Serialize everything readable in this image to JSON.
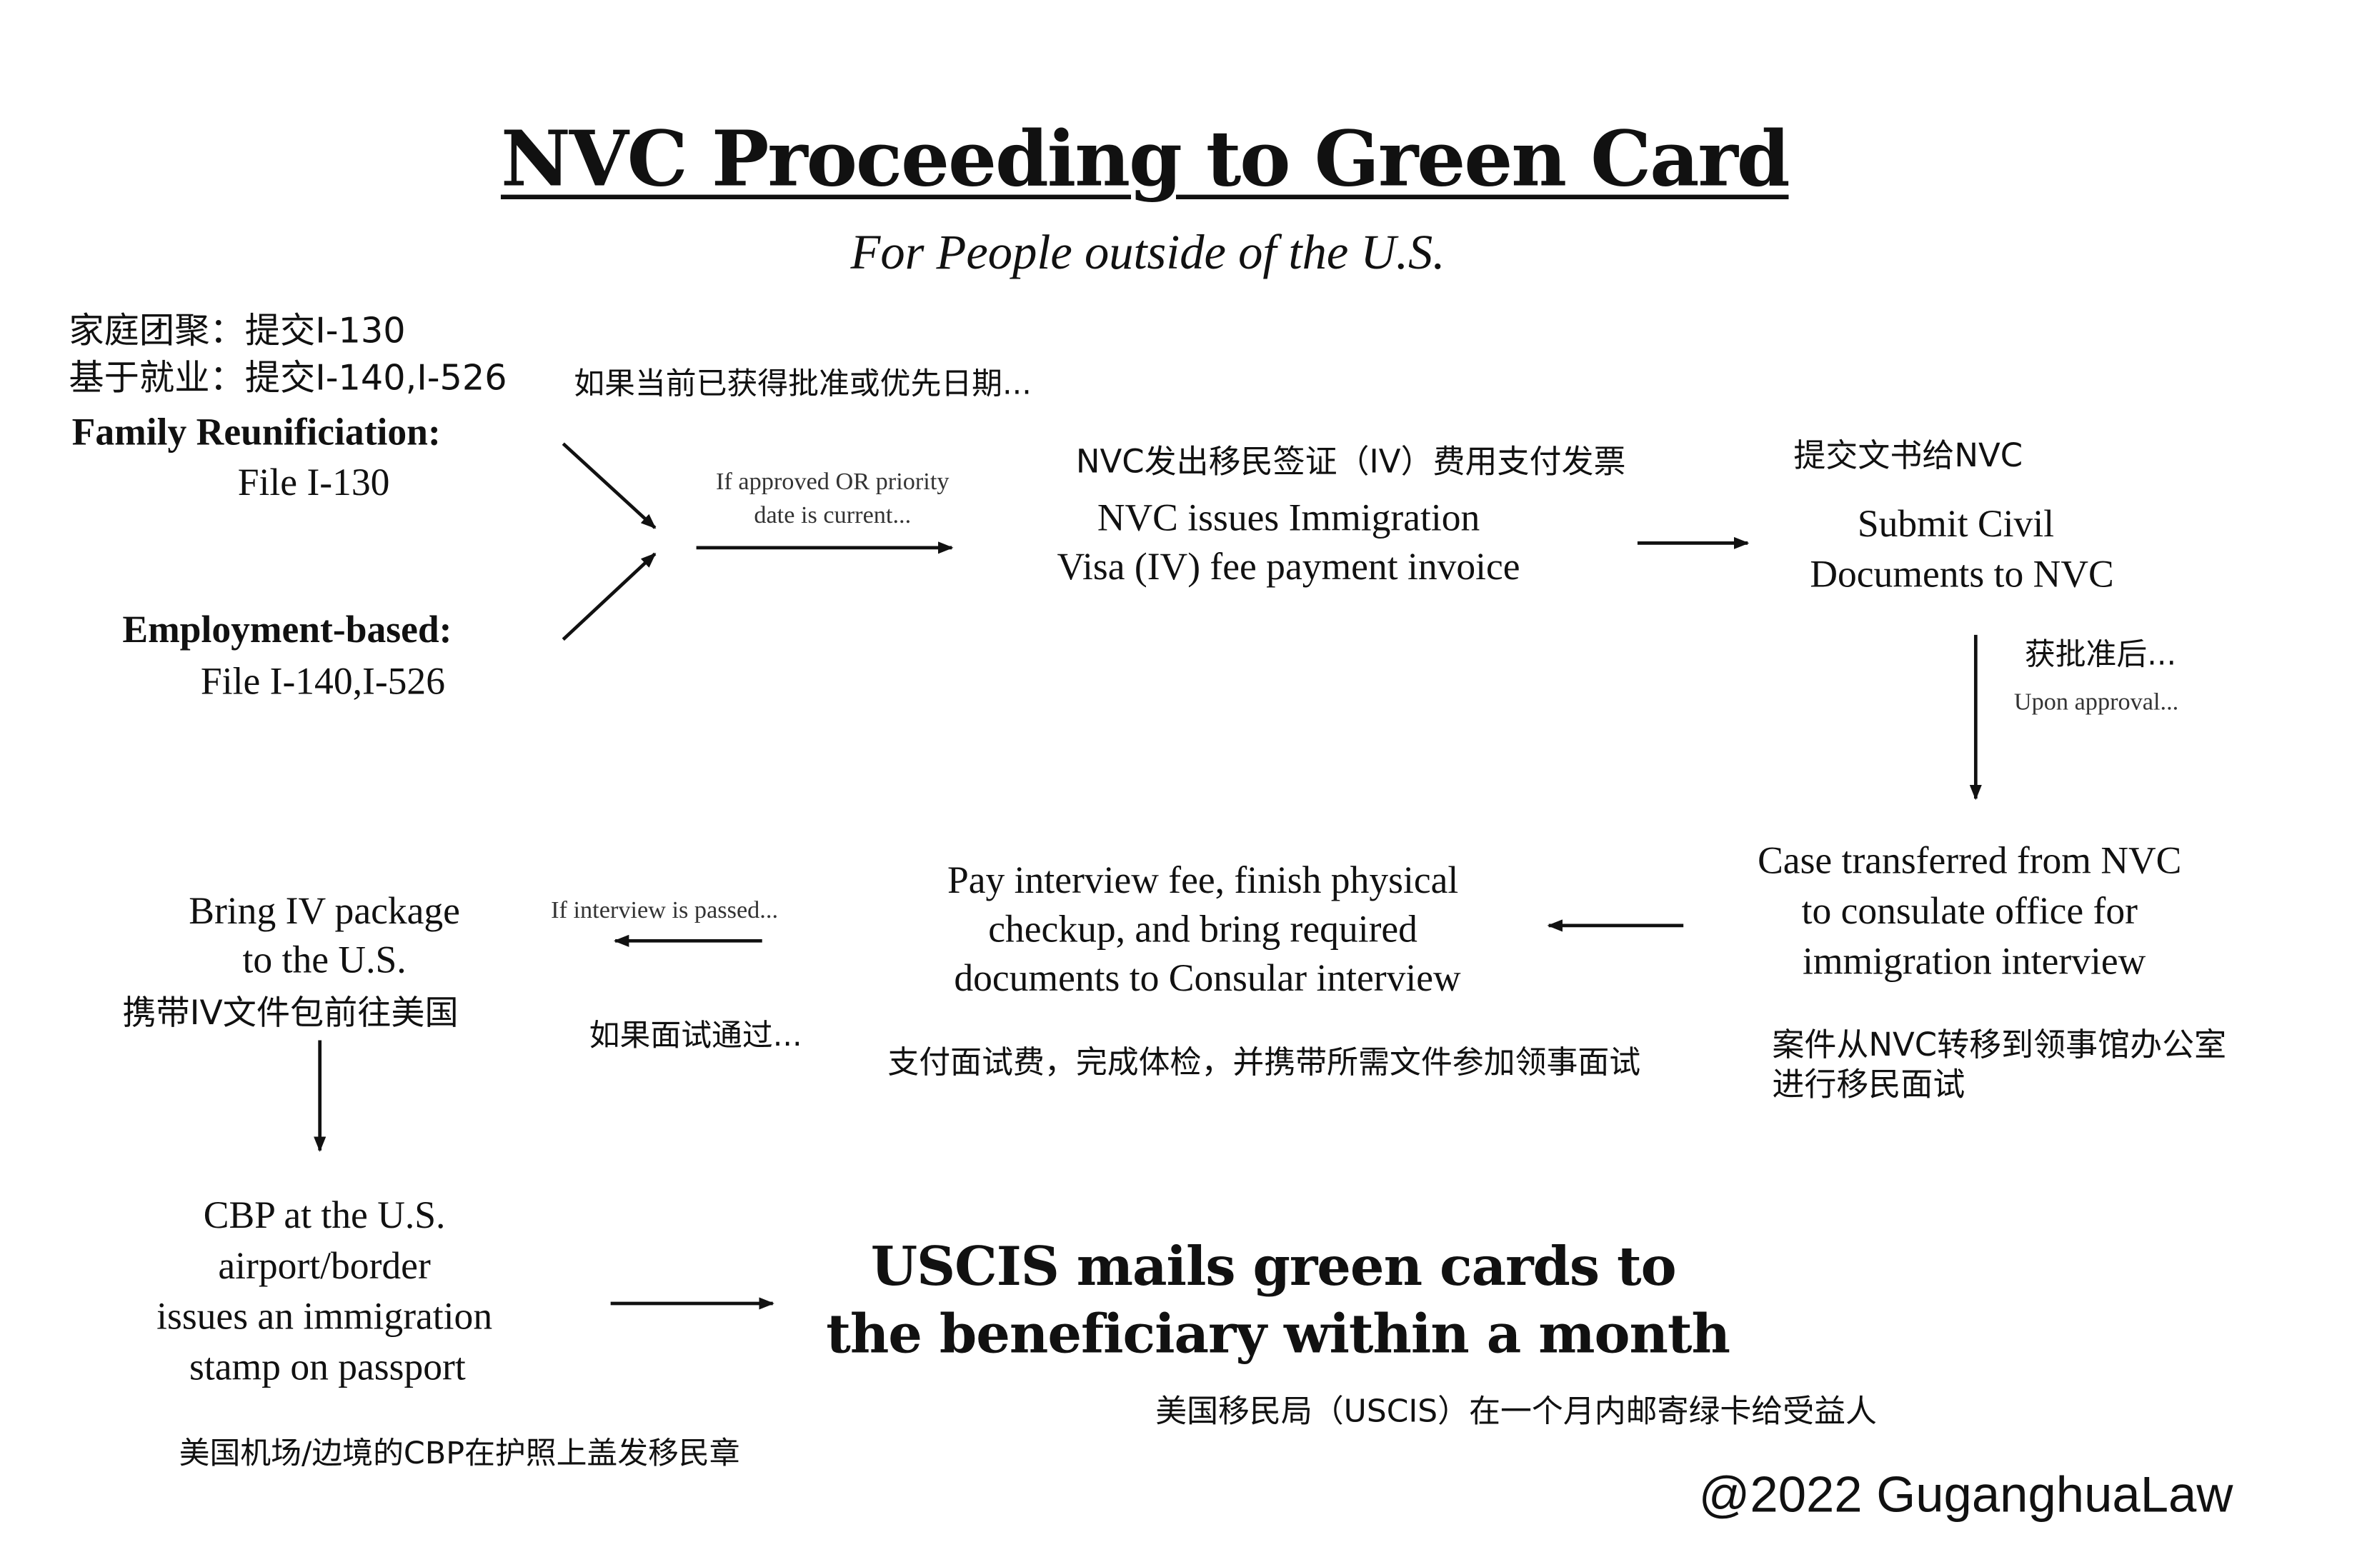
{
  "title": "NVC Proceeding to Green Card",
  "subtitle": "For People outside of the U.S.",
  "start": {
    "cn_family": "家庭团聚：提交I-130",
    "cn_employment": "基于就业：提交I-140,I-526",
    "family_label": "Family Reunificiation:",
    "family_file": "File I-130",
    "employment_label": "Employment-based:",
    "employment_file": "File I-140,I-526"
  },
  "cond1": {
    "cn": "如果当前已获得批准或优先日期...",
    "en_line1": "If approved OR priority",
    "en_line2": "date is current..."
  },
  "step1": {
    "cn": "NVC发出移民签证（IV）费用支付发票",
    "line1": "NVC issues Immigration",
    "line2": "Visa (IV) fee payment invoice"
  },
  "step2": {
    "cn": "提交文书给NVC",
    "line1": "Submit Civil",
    "line2": "Documents to NVC"
  },
  "cond2": {
    "cn": "获批准后...",
    "en": "Upon approval..."
  },
  "step3": {
    "line1": "Case transferred from NVC",
    "line2": "to consulate office for",
    "line3": "immigration interview",
    "cn_line1": "案件从NVC转移到领事馆办公室",
    "cn_line2": "进行移民面试"
  },
  "step4": {
    "line1": "Pay interview fee, finish physical",
    "line2": "checkup, and bring required",
    "line3": "documents to Consular interview",
    "cn": "支付面试费，完成体检，并携带所需文件参加领事面试"
  },
  "cond3": {
    "en": "If interview is passed...",
    "cn": "如果面试通过..."
  },
  "step5": {
    "line1": "Bring IV package",
    "line2": "to the U.S.",
    "cn": "携带IV文件包前往美国"
  },
  "step6": {
    "line1": "CBP at the U.S.",
    "line2": "airport/border",
    "line3": "issues an immigration",
    "line4": "stamp on passport",
    "cn": "美国机场/边境的CBP在护照上盖发移民章"
  },
  "step7": {
    "line1": "USCIS mails green cards to",
    "line2": "the beneficiary within a month",
    "cn": "美国移民局（USCIS）在一个月内邮寄绿卡给受益人"
  },
  "copyright": "@2022 GuganghuaLaw"
}
